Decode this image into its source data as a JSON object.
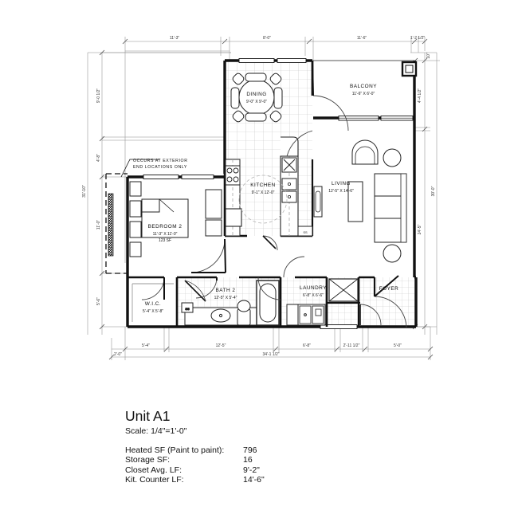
{
  "caption": {
    "title": "Unit A1",
    "scale": "Scale: 1/4\"=1'-0\"",
    "specs": [
      {
        "label": "Heated SF (Paint to paint):",
        "value": "796"
      },
      {
        "label": "Storage SF:",
        "value": "16"
      },
      {
        "label": "Closet Avg. LF:",
        "value": "9'-2\""
      },
      {
        "label": "Kit. Counter LF:",
        "value": "14'-6\""
      }
    ]
  },
  "plan": {
    "note": {
      "line1": "OCCURS AT EXTERIOR",
      "line2": "END LOCATIONS ONLY"
    },
    "rooms": [
      {
        "name": "DINING",
        "dim": "9'-0\" X 9'-0\"",
        "area": ""
      },
      {
        "name": "BALCONY",
        "dim": "11'-6\" X 6'-0\"",
        "area": ""
      },
      {
        "name": "KITCHEN",
        "dim": "9'-1\" X 12'-0\"",
        "area": ""
      },
      {
        "name": "LIVING",
        "dim": "12'-5\" X 14'-6\"",
        "area": ""
      },
      {
        "name": "BEDROOM 2",
        "dim": "11'-3\" X 11'-0\"",
        "area": "123 SF"
      },
      {
        "name": "W.I.C.",
        "dim": "5'-4\" X 5'-8\"",
        "area": ""
      },
      {
        "name": "BATH 2",
        "dim": "12'-5\" X 5'-4\"",
        "area": ""
      },
      {
        "name": "LAUNDRY",
        "dim": "6'-8\" X 6'-6\"",
        "area": ""
      },
      {
        "name": "FOYER",
        "dim": "",
        "area": ""
      }
    ],
    "dimensions": {
      "top": [
        "11'-3\"",
        "8'-0\"",
        "11'-6\"",
        "1'-2 1/2\""
      ],
      "bottom": [
        "5'-4\"",
        "12'-5\"",
        "6'-8\"",
        "2'-11 1/2\"",
        "5'-0\""
      ],
      "bottom_overall": "34'-1 1/2\"",
      "bottom_offset": "2'-0\"",
      "left": [
        "9'-0 1/2\"",
        "4'-8\"",
        "11'-0\"",
        "5'-6\""
      ],
      "left_overall": "31'-10\"",
      "right": [
        "4'-4 1/2\"",
        "24'-5\""
      ],
      "right_overall": "30'-0\"",
      "right_top": "10\""
    },
    "tags": {
      "closet_a": "SS",
      "closet_b": "SS",
      "closet_c": "SS"
    },
    "colors": {
      "line": "#1a1a1a",
      "thin": "#6b6b6b",
      "tile": "#b9b9b9",
      "wall_fill": "#ffffff"
    }
  }
}
